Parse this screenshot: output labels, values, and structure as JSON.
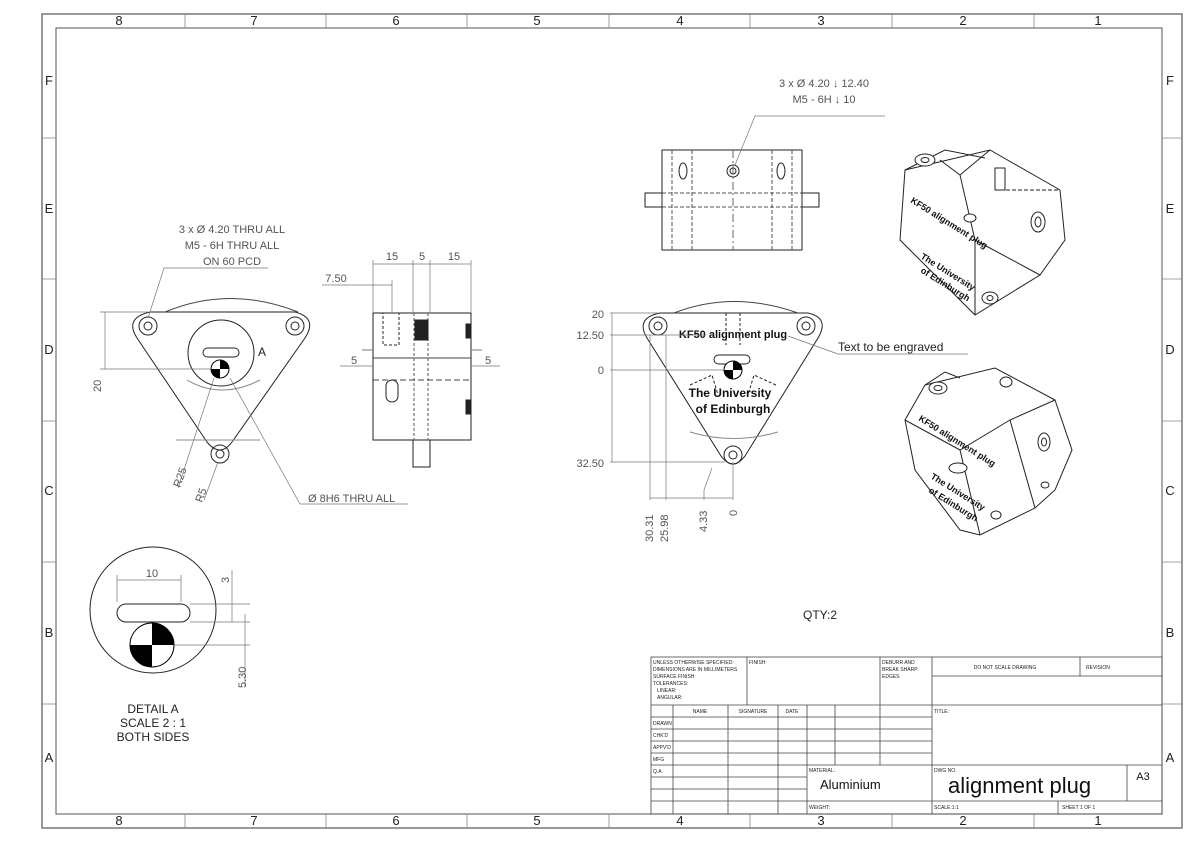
{
  "sheet": {
    "zones_top": [
      "8",
      "7",
      "6",
      "5",
      "4",
      "3",
      "2",
      "1"
    ],
    "zones_side": [
      "F",
      "E",
      "D",
      "C",
      "B",
      "A"
    ]
  },
  "views": {
    "front_left": {
      "hole_callout": [
        "3 x Ø 4.20 THRU ALL",
        "M5 - 6H THRU ALL",
        "ON 60 PCD"
      ],
      "dims": {
        "h20": "20",
        "r25": "R25",
        "r5": "R5"
      },
      "detail_label": "A",
      "bore_callout": "Ø 8H6 THRU ALL"
    },
    "side": {
      "dims": {
        "d15a": "15",
        "d5": "5",
        "d15b": "15",
        "d750": "7.50",
        "left5": "5",
        "right5": "5"
      }
    },
    "top": {
      "hole_callout": [
        "3 x Ø 4.20 ↓ 12.40",
        "M5 - 6H ↓ 10"
      ]
    },
    "front_right": {
      "engrave_line1": "KF50 alignment plug",
      "engrave_line2": "The University",
      "engrave_line3": "of Edinburgh",
      "note": "Text to be engraved",
      "ordinates_y": [
        "20",
        "12.50",
        "0",
        "32.50"
      ],
      "ordinates_x": [
        "30.31",
        "25.98",
        "4.33",
        "0"
      ]
    },
    "detail": {
      "dims": {
        "d10": "10",
        "d3": "3",
        "d530": "5.30"
      },
      "caption": [
        "DETAIL A",
        "SCALE 2 : 1",
        "BOTH SIDES"
      ]
    },
    "iso1": {
      "text1": "KF50 alignment plug",
      "text2": "The University",
      "text3": "of Edinburgh"
    },
    "iso2": {
      "text1": "KF50 alignment plug",
      "text2": "The University",
      "text3": "of Edinburgh"
    }
  },
  "qty": "QTY:2",
  "title_block": {
    "tolerance_note": [
      "UNLESS OTHERWISE SPECIFIED:",
      "DIMENSIONS ARE IN MILLIMETERS",
      "SURFACE FINISH:",
      "TOLERANCES:",
      "LINEAR:",
      "ANGULAR:"
    ],
    "finish": "FINISH:",
    "deburr": [
      "DEBURR AND",
      "BREAK SHARP",
      "EDGES"
    ],
    "do_not_scale": "DO NOT SCALE DRAWING",
    "revision": "REVISION",
    "headers": [
      "NAME",
      "SIGNATURE",
      "DATE"
    ],
    "rows": [
      "DRAWN",
      "CHK'D",
      "APPV'D",
      "MFG",
      "Q.A"
    ],
    "title_label": "TITLE:",
    "material_label": "MATERIAL:",
    "material": "Aluminium",
    "dwg_label": "DWG NO.",
    "dwg_no": "alignment plug",
    "size": "A3",
    "weight_label": "WEIGHT:",
    "scale_label": "SCALE:1:1",
    "sheet_label": "SHEET 1 OF 1"
  }
}
